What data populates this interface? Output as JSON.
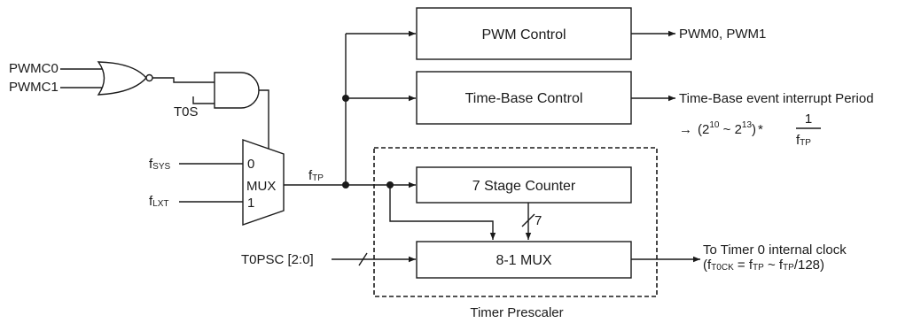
{
  "inputs": {
    "pwmc0": "PWMC0",
    "pwmc1": "PWMC1",
    "t0s": "T0S",
    "fsys_main": "f",
    "fsys_sub": "SYS",
    "flxt_main": "f",
    "flxt_sub": "LXT",
    "t0psc": "T0PSC [2:0]"
  },
  "mux": {
    "label": "MUX",
    "input0": "0",
    "input1": "1",
    "out_main": "f",
    "out_sub": "TP"
  },
  "blocks": {
    "pwm_control": "PWM Control",
    "timebase_control": "Time-Base Control",
    "stage_counter": "7 Stage Counter",
    "mux81": "8-1 MUX",
    "prescaler_label": "Timer Prescaler",
    "bus_width": "7"
  },
  "outputs": {
    "pwm": "PWM0, PWM1",
    "timebase": "Time-Base event interrupt Period",
    "period_arrow": "→",
    "period_open": "(2",
    "exp10": "10",
    "tilde": " ~ 2",
    "exp13": "13",
    "period_close": ")",
    "times": "*",
    "numerator": "1",
    "denom_main": "f",
    "denom_sub": "TP",
    "timer0_line1": "To Timer 0 internal clock",
    "t0_open": "(f",
    "t0_sub1": "T0CK",
    "t0_eq": " = f",
    "t0_sub2": "TP",
    "t0_tilde": " ~ f",
    "t0_sub3": "TP",
    "t0_div": "/128)"
  }
}
